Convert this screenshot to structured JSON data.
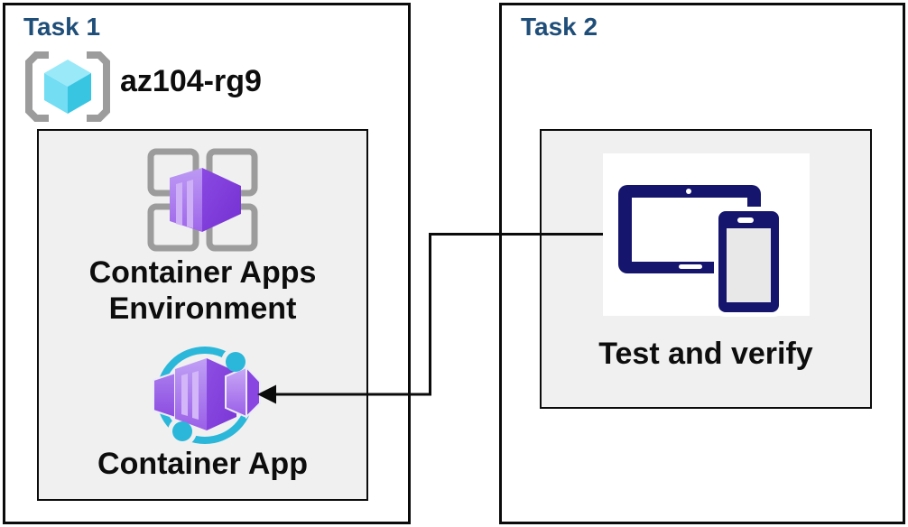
{
  "task1": {
    "title": "Task 1",
    "resource_group_name": "az104-rg9",
    "environment_label_line1": "Container Apps",
    "environment_label_line2": "Environment",
    "container_app_label": "Container App"
  },
  "task2": {
    "title": "Task 2",
    "verify_label": "Test and verify"
  },
  "connector": {
    "description": "elbow arrow from Test and verify icon to Container App icon",
    "arrow_direction": "left"
  },
  "icons": {
    "resource_group": "resource-group-icon",
    "environment": "container-apps-environment-icon",
    "container_app": "container-app-icon",
    "devices": "tablet-phone-icon"
  },
  "colors": {
    "title_blue": "#1F4E79",
    "border_black": "#0b0b0b",
    "panel_fill": "#f0f0f0",
    "icon_gray": "#9c9c9c",
    "cyan_ring": "#2ab7d9",
    "cube_top": "#9ae9f8",
    "cube_left": "#72ddf3",
    "cube_right": "#38c5e2",
    "purple_light": "#b793f3",
    "purple_dark": "#7b35d6",
    "device_navy": "#15156e",
    "device_screen_gray": "#e8e8e8",
    "label_black": "#0d0d0d"
  }
}
